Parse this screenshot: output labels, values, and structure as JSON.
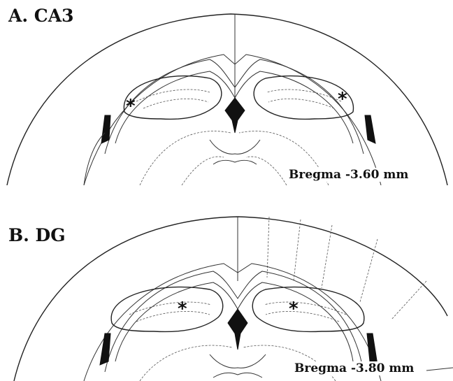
{
  "panels": [
    {
      "title": "A. CA3",
      "bregma": "Bregma -3.60 mm",
      "lesion_markers": [
        "*",
        "*"
      ]
    },
    {
      "title": "B. DG",
      "bregma": "Bregma -3.80 mm",
      "lesion_markers": [
        "*",
        "*"
      ]
    }
  ],
  "colors": {
    "ink": "#111111",
    "background": "#ffffff"
  }
}
